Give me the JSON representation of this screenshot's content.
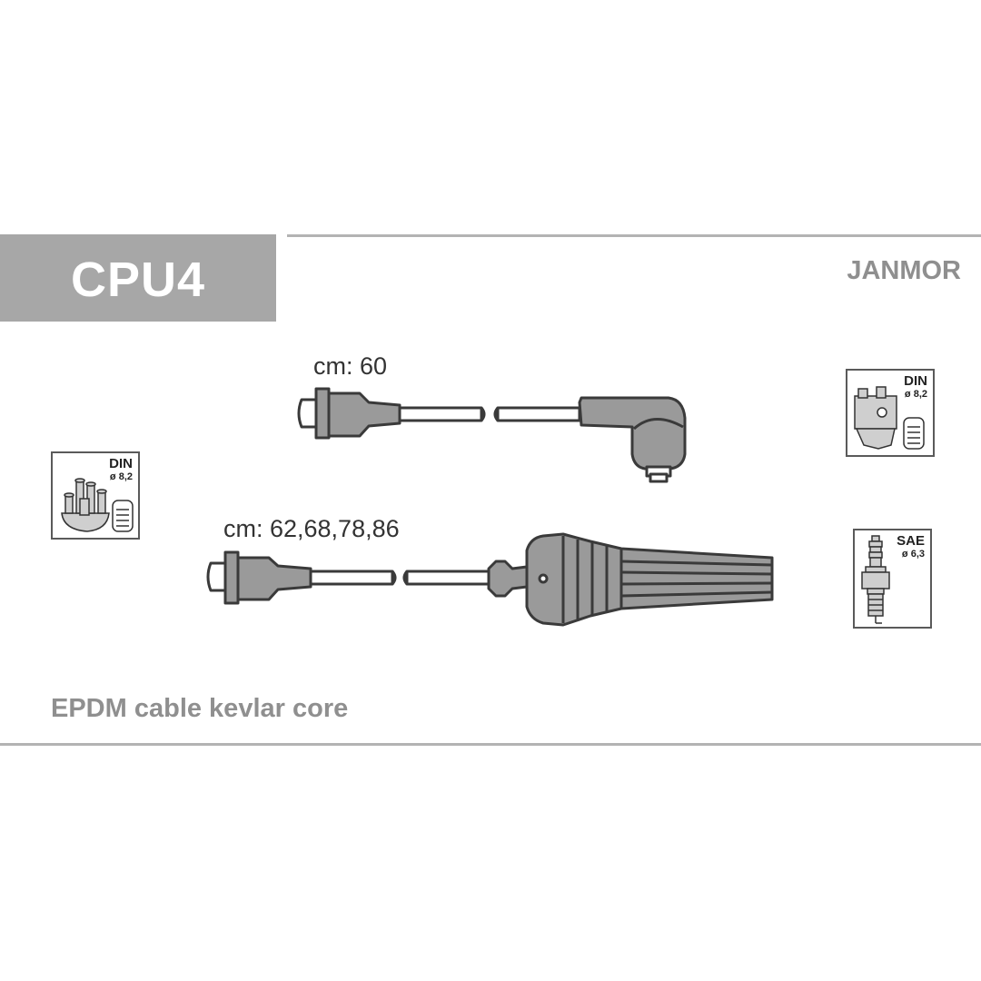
{
  "product": {
    "code": "CPU4",
    "brand": "JANMOR",
    "description": "EPDM cable kevlar core"
  },
  "leads": [
    {
      "length_label": "cm: 60"
    },
    {
      "length_label": "cm: 62,68,78,86"
    }
  ],
  "connectors": [
    {
      "standard": "DIN",
      "diameter": "ø 8,2",
      "icon": "distributor-cap-icon"
    },
    {
      "standard": "DIN",
      "diameter": "ø 8,2",
      "icon": "ignition-coil-icon"
    },
    {
      "standard": "SAE",
      "diameter": "ø 6,3",
      "icon": "spark-plug-icon"
    }
  ],
  "colors": {
    "code_box": "#a7a7a7",
    "rule": "#b3b3b3",
    "label_gray": "#8f8f8f",
    "part_fill": "#9a9a9a",
    "outline": "#3a3a3a"
  }
}
